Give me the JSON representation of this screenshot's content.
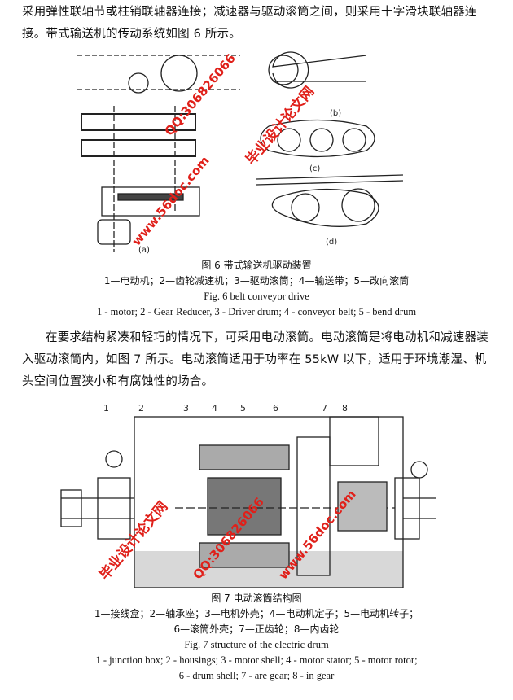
{
  "paragraph1": "采用弹性联轴节或柱销联轴器连接；减速器与驱动滚筒之间，则采用十字滑块联轴器连接。带式输送机的传动系统如图 6 所示。",
  "figure6": {
    "title_cn": "图 6 带式输送机驱动装置",
    "legend_cn": "1—电动机；2—齿轮减速机；3—驱动滚筒；4—输送带；5—改向滚筒",
    "title_en": "Fig. 6    belt conveyor drive",
    "legend_en": "1 - motor; 2 - Gear Reducer, 3 - Driver drum; 4 - conveyor belt; 5 - bend drum",
    "sub_labels": [
      "(a)",
      "(b)",
      "(c)",
      "(d)"
    ]
  },
  "paragraph2": "在要求结构紧凑和轻巧的情况下，可采用电动滚筒。电动滚筒是将电动机和减速器装入驱动滚筒内，如图 7 所示。电动滚筒适用于功率在 55kW 以下，适用于环境潮湿、机头空间位置狭小和有腐蚀性的场合。",
  "figure7": {
    "title_cn": "图 7  电动滚筒结构图",
    "legend_cn_1": "1—接线盒；2—轴承座；3—电机外壳；4—电动机定子；5—电动机转子；",
    "legend_cn_2": "6—滚筒外壳；7—正齿轮；8—内齿轮",
    "title_en": "Fig. 7    structure of the electric drum",
    "legend_en_1": "1 - junction box; 2 - housings; 3 - motor shell; 4 - motor stator; 5 - motor rotor;",
    "legend_en_2": "6 - drum shell; 7 - are gear; 8 - in gear",
    "part_numbers": [
      "1",
      "2",
      "3",
      "4",
      "5",
      "6",
      "7",
      "8"
    ]
  },
  "watermarks": {
    "site_name": "毕业设计论文网",
    "url": "www.56doc.com",
    "qq": "QQ:306826066"
  },
  "colors": {
    "watermark": "#e0201a"
  }
}
